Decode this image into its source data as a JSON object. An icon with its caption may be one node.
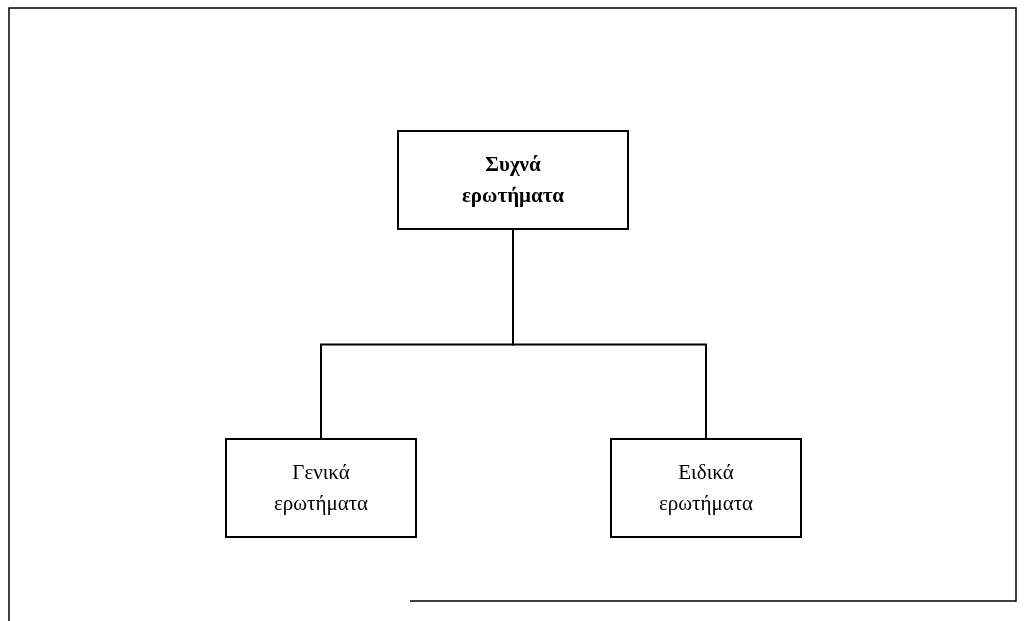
{
  "diagram": {
    "nodes": [
      {
        "text": [
          "Συχνά ερωτήματα"
        ]
      },
      {
        "text": [
          "Γενικά ερωτήματα"
        ]
      },
      {
        "text": [
          "Ειδικά ερωτήματα"
        ]
      }
    ],
    "edges": [
      {
        "from": 0,
        "to": 1,
        "arrow": "none"
      },
      {
        "from": 0,
        "to": 2,
        "arrow": "none"
      }
    ]
  }
}
